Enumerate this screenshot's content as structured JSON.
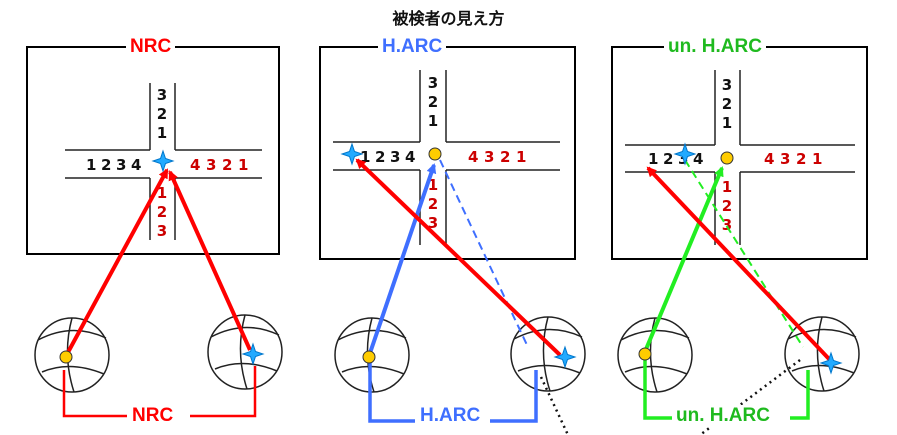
{
  "title": "被検者の見え方",
  "panels": [
    {
      "heading": "NRC",
      "bottom_label": "NRC",
      "color": "#ff0000"
    },
    {
      "heading": "H.ARC",
      "bottom_label": "H.ARC",
      "color": "#3f6fff"
    },
    {
      "heading": "un. H.ARC",
      "bottom_label": "un. H.ARC",
      "color": "#1fba1f"
    }
  ],
  "grid_numbers": {
    "top": [
      "3",
      "2",
      "1"
    ],
    "left": [
      "1",
      "2",
      "3",
      "4"
    ],
    "right": [
      "4",
      "3",
      "2",
      "1"
    ],
    "bottom": [
      "1",
      "2",
      "3"
    ]
  },
  "colors": {
    "red": "#ff0000",
    "blue": "#3f6fff",
    "green": "#22ee22",
    "star": "#22aaff",
    "fixation_dot": "#ffcc00"
  },
  "icons": [
    "star-marker-icon",
    "fixation-dot-icon",
    "eye-icon"
  ]
}
